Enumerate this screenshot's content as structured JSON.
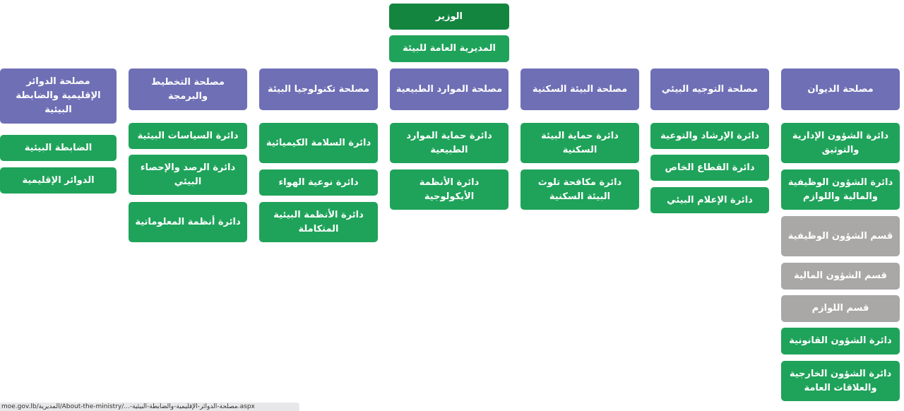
{
  "top": {
    "minister": "الوزير",
    "directorate": "المديرية العامة للبيئة"
  },
  "columns": [
    {
      "head": "مصلحة الديوان",
      "items": [
        {
          "label": "دائرة الشؤون الإدارية والتوثيق",
          "kind": "dept"
        },
        {
          "label": "دائرة الشؤون الوظيفية والمالية واللوازم",
          "kind": "dept"
        },
        {
          "label": "قسم الشؤون الوظيفية",
          "kind": "section"
        },
        {
          "label": "قسم الشؤون المالية",
          "kind": "section"
        },
        {
          "label": "قسم اللوازم",
          "kind": "section"
        },
        {
          "label": "دائرة الشؤون القانونية",
          "kind": "dept"
        },
        {
          "label": "دائرة الشؤون الخارجية والعلاقات العامة",
          "kind": "dept"
        }
      ]
    },
    {
      "head": "مصلحة التوجيه البيئي",
      "items": [
        {
          "label": "دائرة الإرشاد والتوعية",
          "kind": "dept"
        },
        {
          "label": "دائرة القطاع الخاص",
          "kind": "dept"
        },
        {
          "label": "دائرة الإعلام البيئي",
          "kind": "dept"
        }
      ]
    },
    {
      "head": "مصلحة البيئة السكنية",
      "items": [
        {
          "label": "دائرة حماية البيئة السكنية",
          "kind": "dept"
        },
        {
          "label": "دائرة مكافحة تلوث البيئة السكنية",
          "kind": "dept"
        }
      ]
    },
    {
      "head": "مصلحة الموارد الطبيعية",
      "items": [
        {
          "label": "دائرة حماية الموارد الطبيعية",
          "kind": "dept"
        },
        {
          "label": "دائرة الأنظمة الأيكولوجية",
          "kind": "dept"
        }
      ]
    },
    {
      "head": "مصلحة تكنولوجيا البيئة",
      "items": [
        {
          "label": "دائرة السلامة الكيميائية",
          "kind": "dept"
        },
        {
          "label": "دائرة نوعية الهواء",
          "kind": "dept"
        },
        {
          "label": "دائرة الأنظمة البيئية المتكاملة",
          "kind": "dept"
        }
      ]
    },
    {
      "head": "مصلحة التخطيط والبرمجة",
      "items": [
        {
          "label": "دائرة السياسات البيئية",
          "kind": "dept"
        },
        {
          "label": "دائرة الرصد والإحصاء البيئي",
          "kind": "dept"
        },
        {
          "label": "دائرة أنظمة المعلوماتية",
          "kind": "dept"
        }
      ]
    },
    {
      "head": "مصلحة الدوائر الإقليمية والضابطة البيئية",
      "items": [
        {
          "label": "الضابطة البيئية",
          "kind": "dept"
        },
        {
          "label": "الدوائر الإقليمية",
          "kind": "dept"
        }
      ]
    }
  ],
  "status_url": "moe.gov.lb/المديرية/About-the-ministry/...-مصلحة-الدوائر-الإقليمية-والضابطة-البيئية.aspx",
  "colors": {
    "minister": "#13853f",
    "directorate": "#1fa35a",
    "head": "#6f6fb6",
    "dept": "#1fa35a",
    "section": "#aaa7a7"
  }
}
